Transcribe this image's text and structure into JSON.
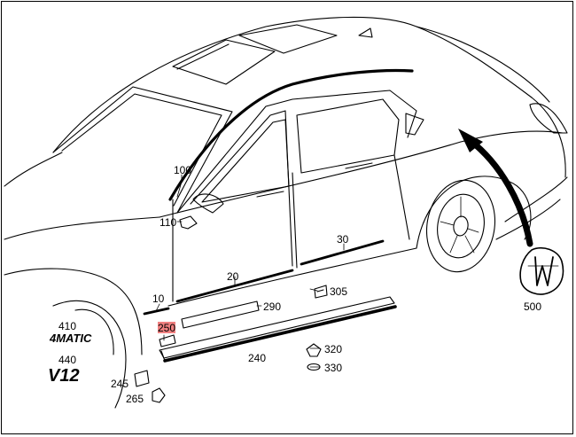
{
  "callouts": [
    {
      "id": "c100",
      "label": "100"
    },
    {
      "id": "c110",
      "label": "110"
    },
    {
      "id": "c20",
      "label": "20"
    },
    {
      "id": "c30",
      "label": "30"
    },
    {
      "id": "c10",
      "label": "10"
    },
    {
      "id": "c290",
      "label": "290"
    },
    {
      "id": "c305",
      "label": "305"
    },
    {
      "id": "c500",
      "label": "500"
    },
    {
      "id": "c410",
      "label": "410"
    },
    {
      "id": "c250",
      "label": "250",
      "highlight": "#f08080"
    },
    {
      "id": "c440",
      "label": "440"
    },
    {
      "id": "c240",
      "label": "240"
    },
    {
      "id": "c320",
      "label": "320"
    },
    {
      "id": "c330",
      "label": "330"
    },
    {
      "id": "c245",
      "label": "245"
    },
    {
      "id": "c265",
      "label": "265"
    }
  ],
  "badges": {
    "matic": "4MATIC",
    "v12": "V12"
  }
}
